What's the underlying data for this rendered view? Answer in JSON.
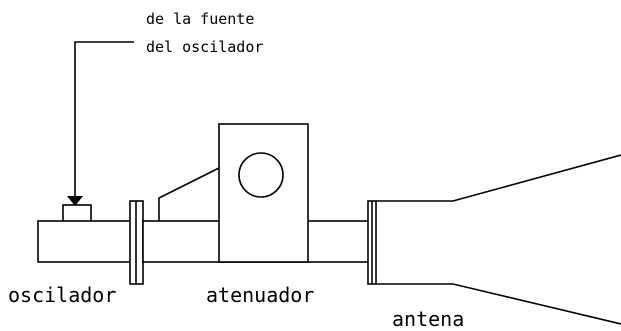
{
  "source_label_line1": "de la fuente",
  "source_label_line2": "del oscilador",
  "labels": {
    "oscillator": "oscilador",
    "attenuator": "atenuador",
    "antenna": "antena"
  }
}
